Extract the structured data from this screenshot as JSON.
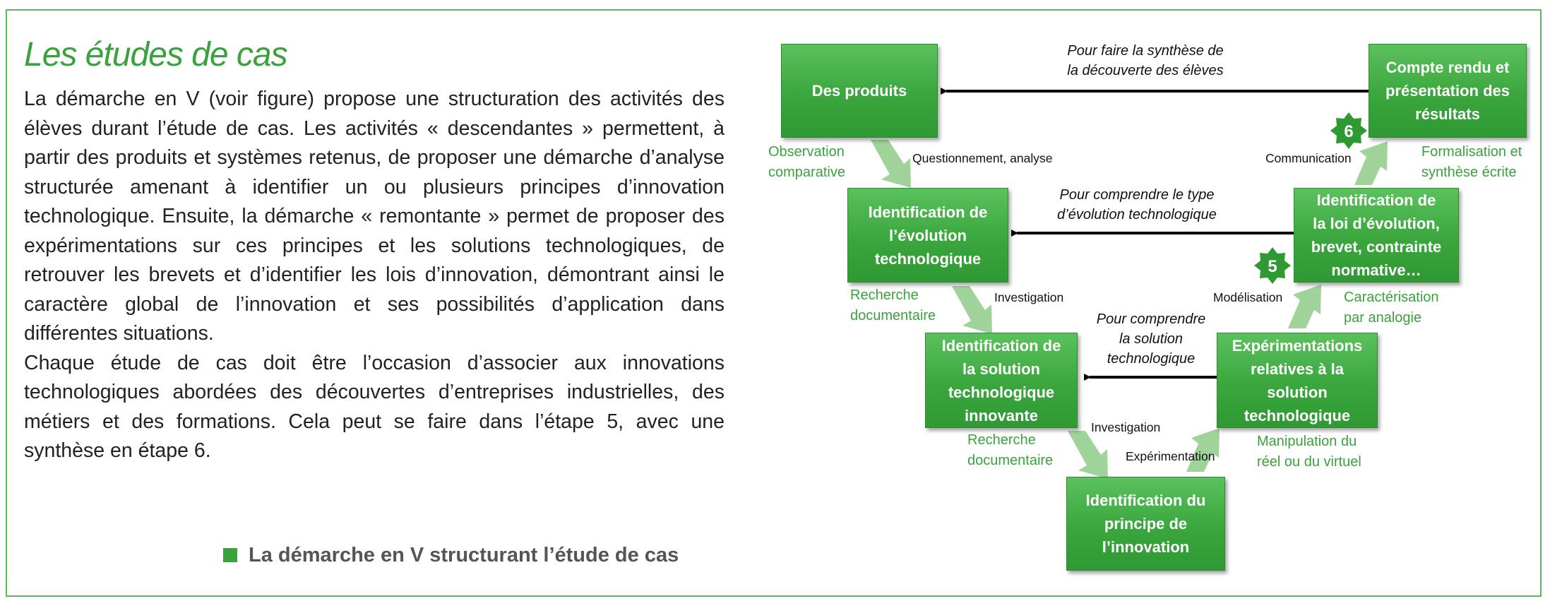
{
  "heading": "Les études de cas",
  "paragraphs": [
    "La démarche en V (voir figure) propose une structuration des activités des élèves durant l’étude de cas. Les activités « descendantes » permettent, à partir des produits et systèmes retenus, de proposer une démarche d’analyse structurée amenant à identifier un ou plusieurs principes d’innovation technologique. Ensuite, la démarche « remontante » permet de proposer des expérimentations sur ces principes et les solutions technologiques, de retrouver les brevets et d’identifier les lois d’innovation, démontrant ainsi le caractère global de l’innovation et ses possibilités d’application dans différentes situations.",
    "Chaque étude de cas doit être l’occasion d’associer aux innovations technologiques abordées des découvertes d’entreprises industrielles, des métiers et des formations. Cela peut se faire dans l’étape 5, avec une synthèse en étape 6."
  ],
  "caption": "La démarche en V structurant l’étude de cas",
  "colors": {
    "accent_green": "#3aa23c",
    "box_green": "#3aa63d",
    "arrow_green": "#9fd39a",
    "text": "#222222"
  },
  "diagram": {
    "boxes": {
      "produits": [
        "Des produits"
      ],
      "evolution": [
        "Identification  de",
        "l’évolution",
        "technologique"
      ],
      "solution": [
        "Identification de",
        "la solution",
        "technologique",
        "innovante"
      ],
      "principe": [
        "Identification du",
        "principe de",
        "l’innovation"
      ],
      "experimentations": [
        "Expérimentations",
        "relatives à la",
        "solution",
        "technologique"
      ],
      "loi": [
        "Identification de",
        "la loi d’évolution,",
        "brevet, contrainte",
        "normative…"
      ],
      "compte_rendu": [
        "Compte rendu et",
        "présentation des",
        "résultats"
      ]
    },
    "green_labels": {
      "observation": [
        "Observation",
        "comparative"
      ],
      "recherche_1": [
        "Recherche",
        "documentaire"
      ],
      "recherche_2": [
        "Recherche",
        "documentaire"
      ],
      "manipulation": [
        "Manipulation du",
        "réel ou du virtuel"
      ],
      "caracterisation": [
        "Caractérisation",
        "par analogie"
      ],
      "formalisation": [
        "Formalisation et",
        "synthèse écrite"
      ]
    },
    "step_labels": {
      "questionnement": "Questionnement, analyse",
      "investigation_1": "Investigation",
      "investigation_2": "Investigation",
      "experimentation": "Expérimentation",
      "modelisation": "Modélisation",
      "communication": "Communication"
    },
    "back_labels": {
      "synthese": [
        "Pour faire la synthèse de",
        "la découverte des élèves"
      ],
      "type": [
        "Pour comprendre le type",
        "d’évolution technologique"
      ],
      "solution": [
        "Pour comprendre",
        "la solution",
        "technologique"
      ]
    },
    "steps": {
      "step5": "5",
      "step6": "6"
    }
  }
}
